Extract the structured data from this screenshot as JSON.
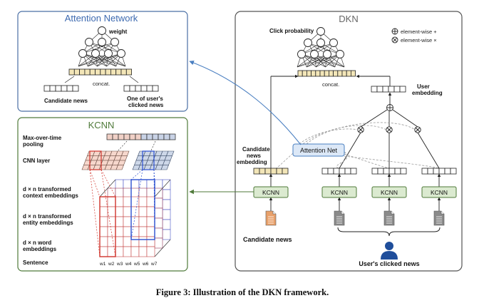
{
  "caption": "Figure 3: Illustration of the DKN framework.",
  "attention_panel": {
    "title": "Attention Network",
    "weight_label": "weight",
    "concat_label": "concat.",
    "candidate_label": "Candidate news",
    "clicked_label_1": "One of user's",
    "clicked_label_2": "clicked news"
  },
  "kcnn_panel": {
    "title": "KCNN",
    "pooling_1": "Max-over-time",
    "pooling_2": "pooling",
    "cnn_layer": "CNN layer",
    "context_1": "d × n transformed",
    "context_2": "context embeddings",
    "entity_1": "d × n transformed",
    "entity_2": "entity embeddings",
    "word_1": "d × n word",
    "word_2": "embeddings",
    "sentence": "Sentence",
    "words": [
      "w1",
      "w2",
      "w3",
      "w4",
      "w5",
      "w6",
      "w7"
    ]
  },
  "dkn_panel": {
    "title": "DKN",
    "click_prob": "Click probability",
    "legend_plus": "element-wise +",
    "legend_times": "element-wise ×",
    "concat_label": "concat.",
    "user_emb_1": "User",
    "user_emb_2": "embedding",
    "cand_emb_1": "Candidate",
    "cand_emb_2": "news",
    "cand_emb_3": "embedding",
    "attention_net": "Attention Net",
    "kcnn": "KCNN",
    "candidate_news": "Candidate news",
    "users_clicked": "User's clicked news"
  },
  "colors": {
    "panel_blue": "#4a6fa5",
    "panel_green": "#4f7a3a",
    "kcnn_fill": "#dbead0",
    "attn_fill": "#dce8f7",
    "cell_fill": "#f3e6b8",
    "doc_orange": "#e8a06a",
    "doc_gray": "#8a8a8a",
    "user_blue": "#1f4e9b",
    "red": "#d0342c",
    "blue": "#2b4fd0"
  }
}
